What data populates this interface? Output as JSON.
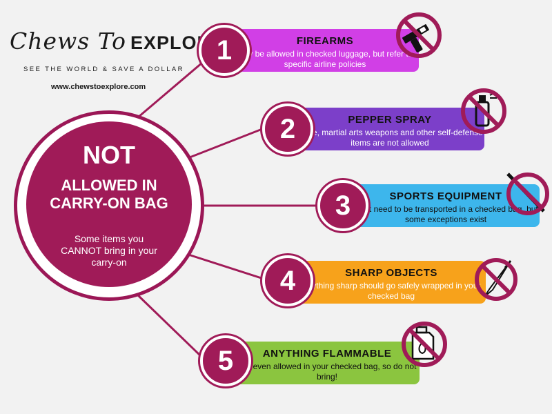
{
  "brand": {
    "name_script": "Chews To",
    "name_bold": "EXPLORE",
    "tagline": "SEE THE WORLD & SAVE A DOLLAR",
    "url": "www.chewstoexplore.com"
  },
  "hub": {
    "title": "NOT",
    "subtitle": "ALLOWED IN CARRY-ON BAG",
    "description": "Some items you CANNOT bring in your carry-on"
  },
  "items": [
    {
      "number": "1",
      "title": "FIREARMS",
      "description": "May be allowed in checked luggage, but refer to specific airline policies",
      "color": "#d13fe6",
      "text_color": "#ffffff",
      "icon": "gun-prohibited-icon"
    },
    {
      "number": "2",
      "title": "PEPPER SPRAY",
      "description": "Mace, martial arts weapons and other self-defense items are not allowed",
      "color": "#7c3fc9",
      "text_color": "#ffffff",
      "icon": "pepper-spray-prohibited-icon"
    },
    {
      "number": "3",
      "title": "SPORTS EQUIPMENT",
      "description": "Most need to be transported in a checked bag, but some exceptions exist",
      "color": "#3db6ec",
      "text_color": "#111111",
      "icon": "sports-equipment-prohibited-icon"
    },
    {
      "number": "4",
      "title": "SHARP OBJECTS",
      "description": "Anything sharp should go safely wrapped in your checked bag",
      "color": "#f7a21b",
      "text_color": "#ffffff",
      "icon": "knife-prohibited-icon"
    },
    {
      "number": "5",
      "title": "ANYTHING FLAMMABLE",
      "description": "Not even allowed in your checked bag, so do not bring!",
      "color": "#8bc53f",
      "text_color": "#111111",
      "icon": "gas-can-prohibited-icon"
    }
  ],
  "colors": {
    "accent": "#a01b58",
    "prohibit": "#a01b58"
  }
}
